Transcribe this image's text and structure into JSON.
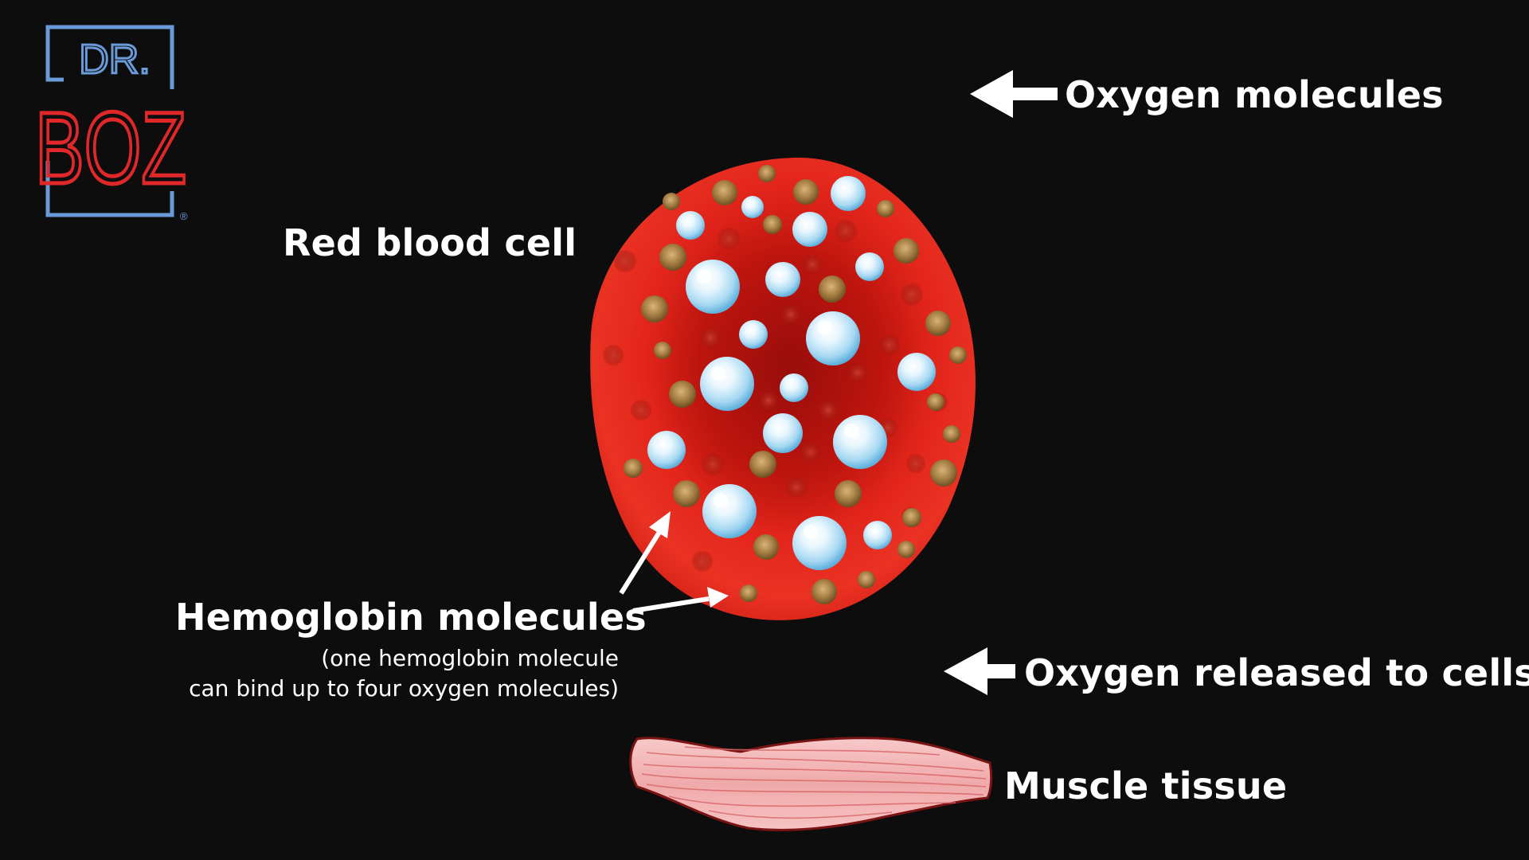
{
  "brand": {
    "logo_top": "DR.",
    "logo_main": "BOZ",
    "logo_mark": "®",
    "colors": {
      "frame": "#5b8fd0",
      "letters_red": "#e0282b",
      "letters_blue": "#6a9ad8"
    }
  },
  "labels": {
    "oxygen_molecules": "Oxygen molecules",
    "red_blood_cell": "Red blood cell",
    "hemoglobin": "Hemoglobin molecules",
    "hemoglobin_note_line1": "(one hemoglobin molecule",
    "hemoglobin_note_line2": "can bind up to four oxygen molecules)",
    "oxygen_released": "Oxygen released to cells",
    "muscle_tissue": "Muscle tissue"
  },
  "colors": {
    "background": "#0d0d0d",
    "cell_red": "#e2241d",
    "cell_dark": "#b8130f",
    "oxygen_blue": "#a9dcf5",
    "hemoglobin_gold": "#a8814a",
    "muscle_pink": "#f3b7b7",
    "arrows": "#ffffff"
  },
  "icons": [
    "left-arrow-icon",
    "pointer-arrow-icon"
  ]
}
